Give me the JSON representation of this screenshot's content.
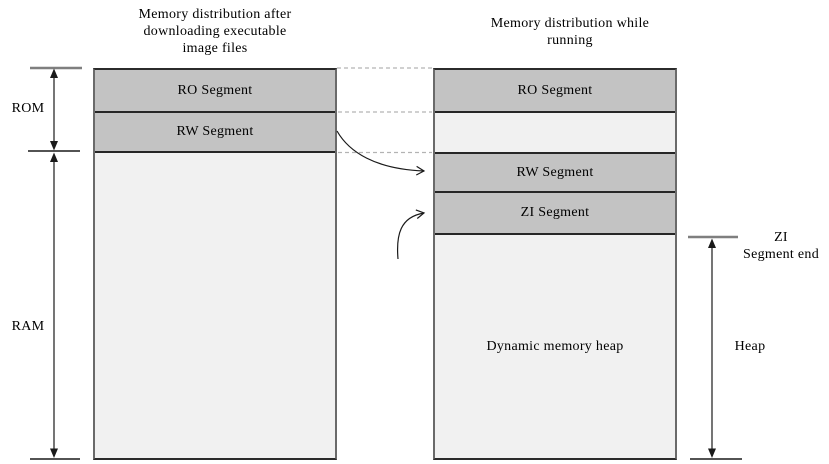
{
  "header": {
    "left_title_lines": [
      "Memory distribution after",
      "downloading executable",
      "image files"
    ],
    "right_title_lines": [
      "Memory distribution while",
      "running"
    ]
  },
  "left_column": {
    "name": "Memory distribution after downloading executable image files",
    "segments": [
      {
        "label": "RO Segment",
        "kind": "gray"
      },
      {
        "label": "RW Segment",
        "kind": "gray"
      },
      {
        "label": "",
        "kind": "light"
      }
    ]
  },
  "right_column": {
    "name": "Memory distribution while running",
    "segments": [
      {
        "label": "RO Segment",
        "kind": "gray"
      },
      {
        "label": "",
        "kind": "light"
      },
      {
        "label": "RW Segment",
        "kind": "gray"
      },
      {
        "label": "ZI Segment",
        "kind": "gray"
      },
      {
        "label": "Dynamic memory heap",
        "kind": "light"
      }
    ]
  },
  "side_labels": {
    "rom": "ROM",
    "ram": "RAM",
    "zi_end_line1": "ZI",
    "zi_end_line2": "Segment end",
    "heap": "Heap"
  },
  "colors": {
    "segment_gray": "#c3c3c3",
    "segment_light": "#f1f1f1",
    "column_side_border": "#6a6a6a",
    "column_edge_border": "#2b2b2b",
    "divider": "#262626",
    "tick_gray": "#7f7f7f",
    "arrow_black": "#1a1a1a",
    "dashed_line": "#b3b3b3",
    "background": "#ffffff",
    "text": "#000000"
  }
}
